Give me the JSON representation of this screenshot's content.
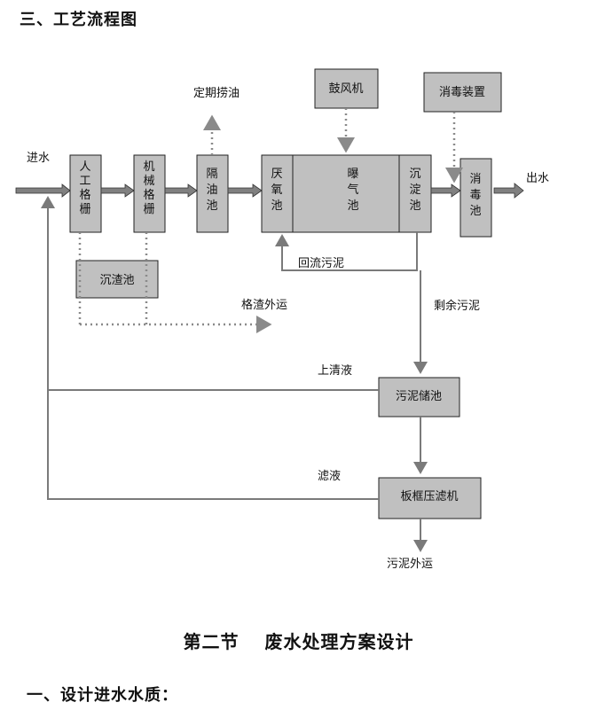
{
  "heading": "三、工艺流程图",
  "section_title": "第二节　 废水处理方案设计",
  "subsection_title": "一、设计进水水质：",
  "diagram": {
    "units": {
      "manual_screen": "人工格栅",
      "mech_screen": "机械格栅",
      "oil_sep": "隔油池",
      "anoxic": "厌氧池",
      "aeration": "曝气池",
      "settling": "沉淀池",
      "disinfection": "消毒池",
      "blower": "鼓风机",
      "disinfect_device": "消毒装置",
      "sludge_pond": "沉渣池",
      "sludge_storage": "污泥储池",
      "filter_press": "板框压滤机"
    },
    "labels": {
      "inflow": "进水",
      "outflow": "出水",
      "oil_removal": "定期捞油",
      "return_sludge": "回流污泥",
      "excess_sludge": "剩余污泥",
      "screenings_out": "格渣外运",
      "supernatant": "上清液",
      "filtrate": "滤液",
      "sludge_out": "污泥外运"
    },
    "colors": {
      "box_fill": "#c0c0c0",
      "arrow_gray": "#808080",
      "dotted": "#8a8a8a",
      "line": "#7a7a7a"
    }
  }
}
